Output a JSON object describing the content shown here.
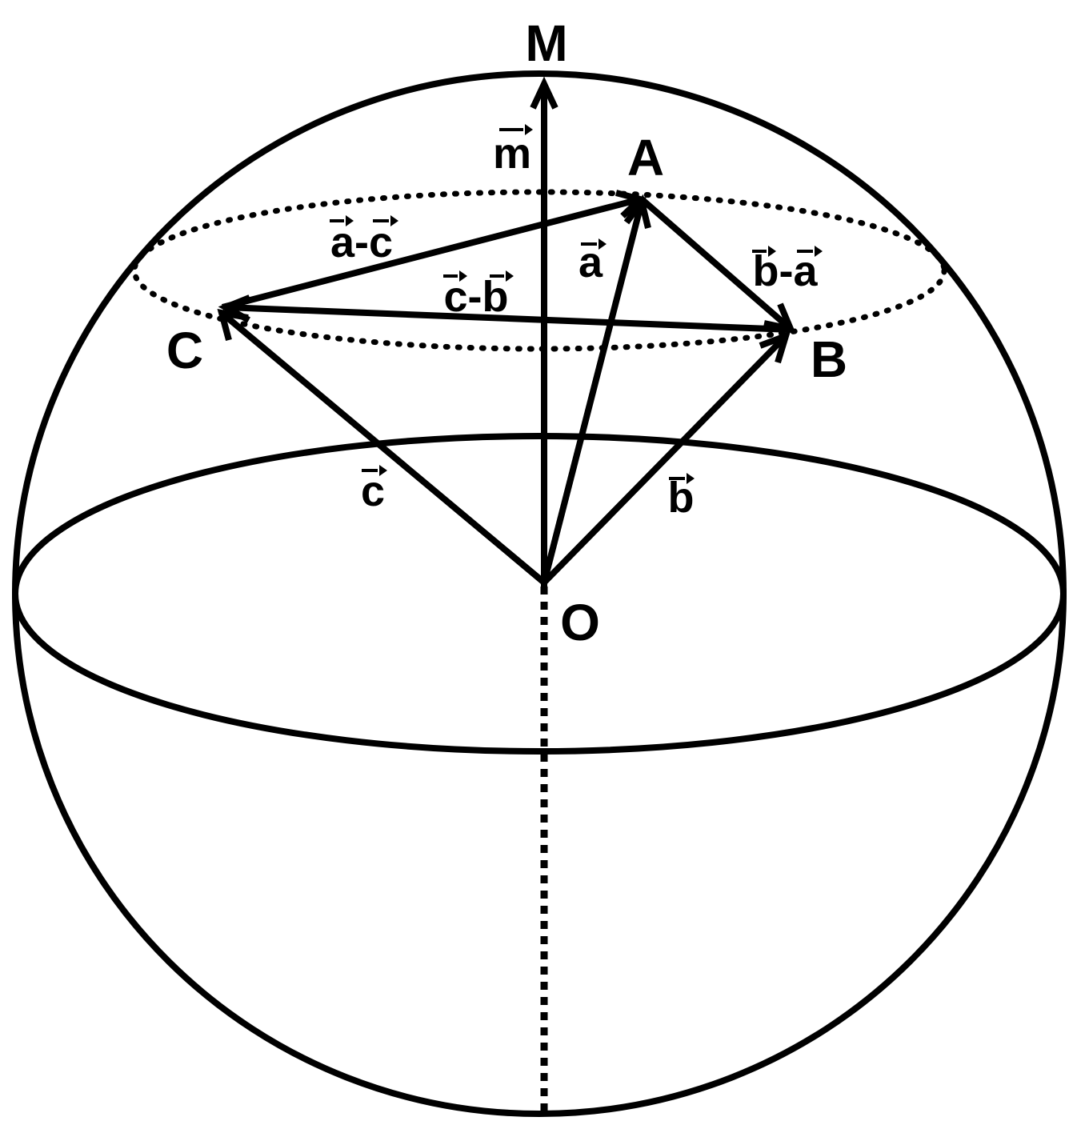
{
  "diagram": {
    "points": {
      "M": "M",
      "A": "A",
      "B": "B",
      "C": "C",
      "O": "O"
    },
    "vectors": {
      "m": "m",
      "a": "a",
      "b": "b",
      "c": "c",
      "a_minus_c": "a-c",
      "b_minus_a": "b-a",
      "c_minus_b": "c-b"
    },
    "colors": {
      "ink": "#000000",
      "background": "#ffffff"
    }
  }
}
